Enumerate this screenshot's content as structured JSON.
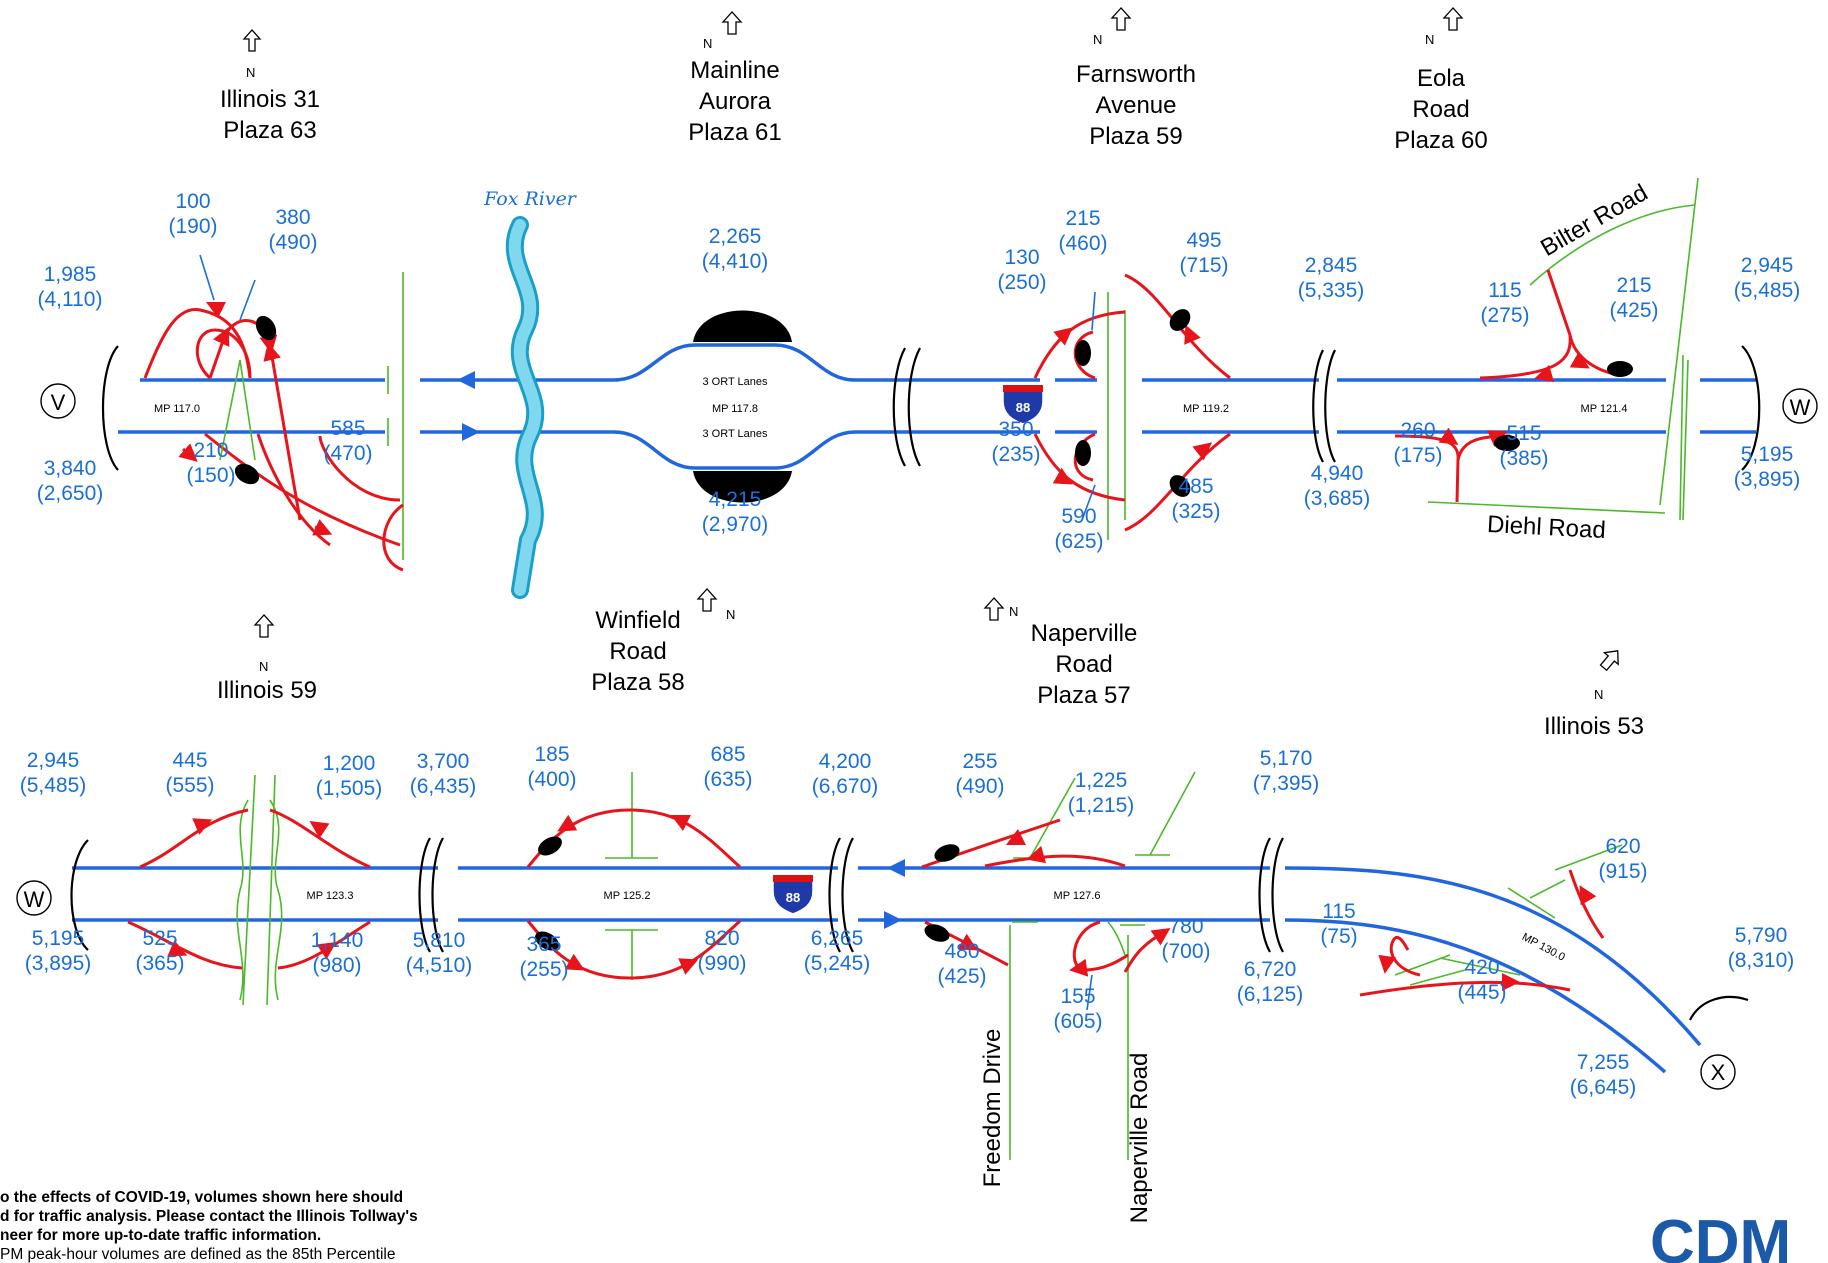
{
  "plazas": {
    "il31": [
      "Illinois 31",
      "Plaza 63"
    ],
    "aurora": [
      "Mainline",
      "Aurora",
      "Plaza 61"
    ],
    "farnsworth": [
      "Farnsworth",
      "Avenue",
      "Plaza 59"
    ],
    "eola": [
      "Eola",
      "Road",
      "Plaza 60"
    ],
    "il59": [
      "Illinois 59"
    ],
    "winfield": [
      "Winfield",
      "Road",
      "Plaza 58"
    ],
    "naperville": [
      "Naperville",
      "Road",
      "Plaza 57"
    ],
    "il53": [
      "Illinois 53"
    ]
  },
  "north_label": "N",
  "river_label": "Fox River",
  "roads": {
    "bilter": "Bilter Road",
    "diehl": "Diehl Road",
    "freedom": "Freedom Drive",
    "naperville_rd": "Naperville Road"
  },
  "nodes": {
    "v": "V",
    "w": "W",
    "x": "X"
  },
  "shield": "88",
  "mileposts": {
    "mp117_0": "MP 117.0",
    "mp117_8": "MP 117.8",
    "mp119_2": "MP 119.2",
    "mp121_4": "MP 121.4",
    "mp123_3": "MP 123.3",
    "mp125_2": "MP 125.2",
    "mp127_6": "MP 127.6",
    "mp130_0": "MP 130.0"
  },
  "ort": "3 ORT Lanes",
  "volumes": {
    "t1": [
      "1,985",
      "(4,110)"
    ],
    "t2": [
      "100",
      "(190)"
    ],
    "t3": [
      "380",
      "(490)"
    ],
    "t4": [
      "3,840",
      "(2,650)"
    ],
    "t5": [
      "210",
      "(150)"
    ],
    "t6": [
      "585",
      "(470)"
    ],
    "t7": [
      "2,265",
      "(4,410)"
    ],
    "t8": [
      "4,215",
      "(2,970)"
    ],
    "t9": [
      "215",
      "(460)"
    ],
    "t10": [
      "130",
      "(250)"
    ],
    "t11": [
      "495",
      "(715)"
    ],
    "t12": [
      "350",
      "(235)"
    ],
    "t13": [
      "590",
      "(625)"
    ],
    "t14": [
      "485",
      "(325)"
    ],
    "t15": [
      "2,845",
      "(5,335)"
    ],
    "t16": [
      "4,940",
      "(3,685)"
    ],
    "t17": [
      "115",
      "(275)"
    ],
    "t18": [
      "215",
      "(425)"
    ],
    "t19": [
      "260",
      "(175)"
    ],
    "t20": [
      "515",
      "(385)"
    ],
    "t21": [
      "2,945",
      "(5,485)"
    ],
    "t22": [
      "5,195",
      "(3,895)"
    ],
    "b1": [
      "2,945",
      "(5,485)"
    ],
    "b2": [
      "445",
      "(555)"
    ],
    "b3": [
      "1,200",
      "(1,505)"
    ],
    "b4": [
      "5,195",
      "(3,895)"
    ],
    "b5": [
      "525",
      "(365)"
    ],
    "b6": [
      "1,140",
      "(980)"
    ],
    "b7": [
      "3,700",
      "(6,435)"
    ],
    "b8": [
      "5,810",
      "(4,510)"
    ],
    "b9": [
      "185",
      "(400)"
    ],
    "b10": [
      "685",
      "(635)"
    ],
    "b11": [
      "365",
      "(255)"
    ],
    "b12": [
      "820",
      "(990)"
    ],
    "b13": [
      "4,200",
      "(6,670)"
    ],
    "b14": [
      "6,265",
      "(5,245)"
    ],
    "b15": [
      "255",
      "(490)"
    ],
    "b16": [
      "1,225",
      "(1,215)"
    ],
    "b17": [
      "480",
      "(425)"
    ],
    "b18": [
      "155",
      "(605)"
    ],
    "b19": [
      "780",
      "(700)"
    ],
    "b20": [
      "5,170",
      "(7,395)"
    ],
    "b21": [
      "6,720",
      "(6,125)"
    ],
    "b22": [
      "620",
      "(915)"
    ],
    "b23": [
      "115",
      "(75)"
    ],
    "b24": [
      "420",
      "(445)"
    ],
    "b25": [
      "5,790",
      "(8,310)"
    ],
    "b26": [
      "7,255",
      "(6,645)"
    ]
  },
  "footnote": [
    "o the effects of COVID-19, volumes shown here should",
    "d for traffic analysis. Please contact the Illinois Tollway's",
    "neer for more up-to-date traffic information.",
    "PM peak-hour volumes are defined as the 85th Percentile"
  ],
  "logo": "CDM"
}
